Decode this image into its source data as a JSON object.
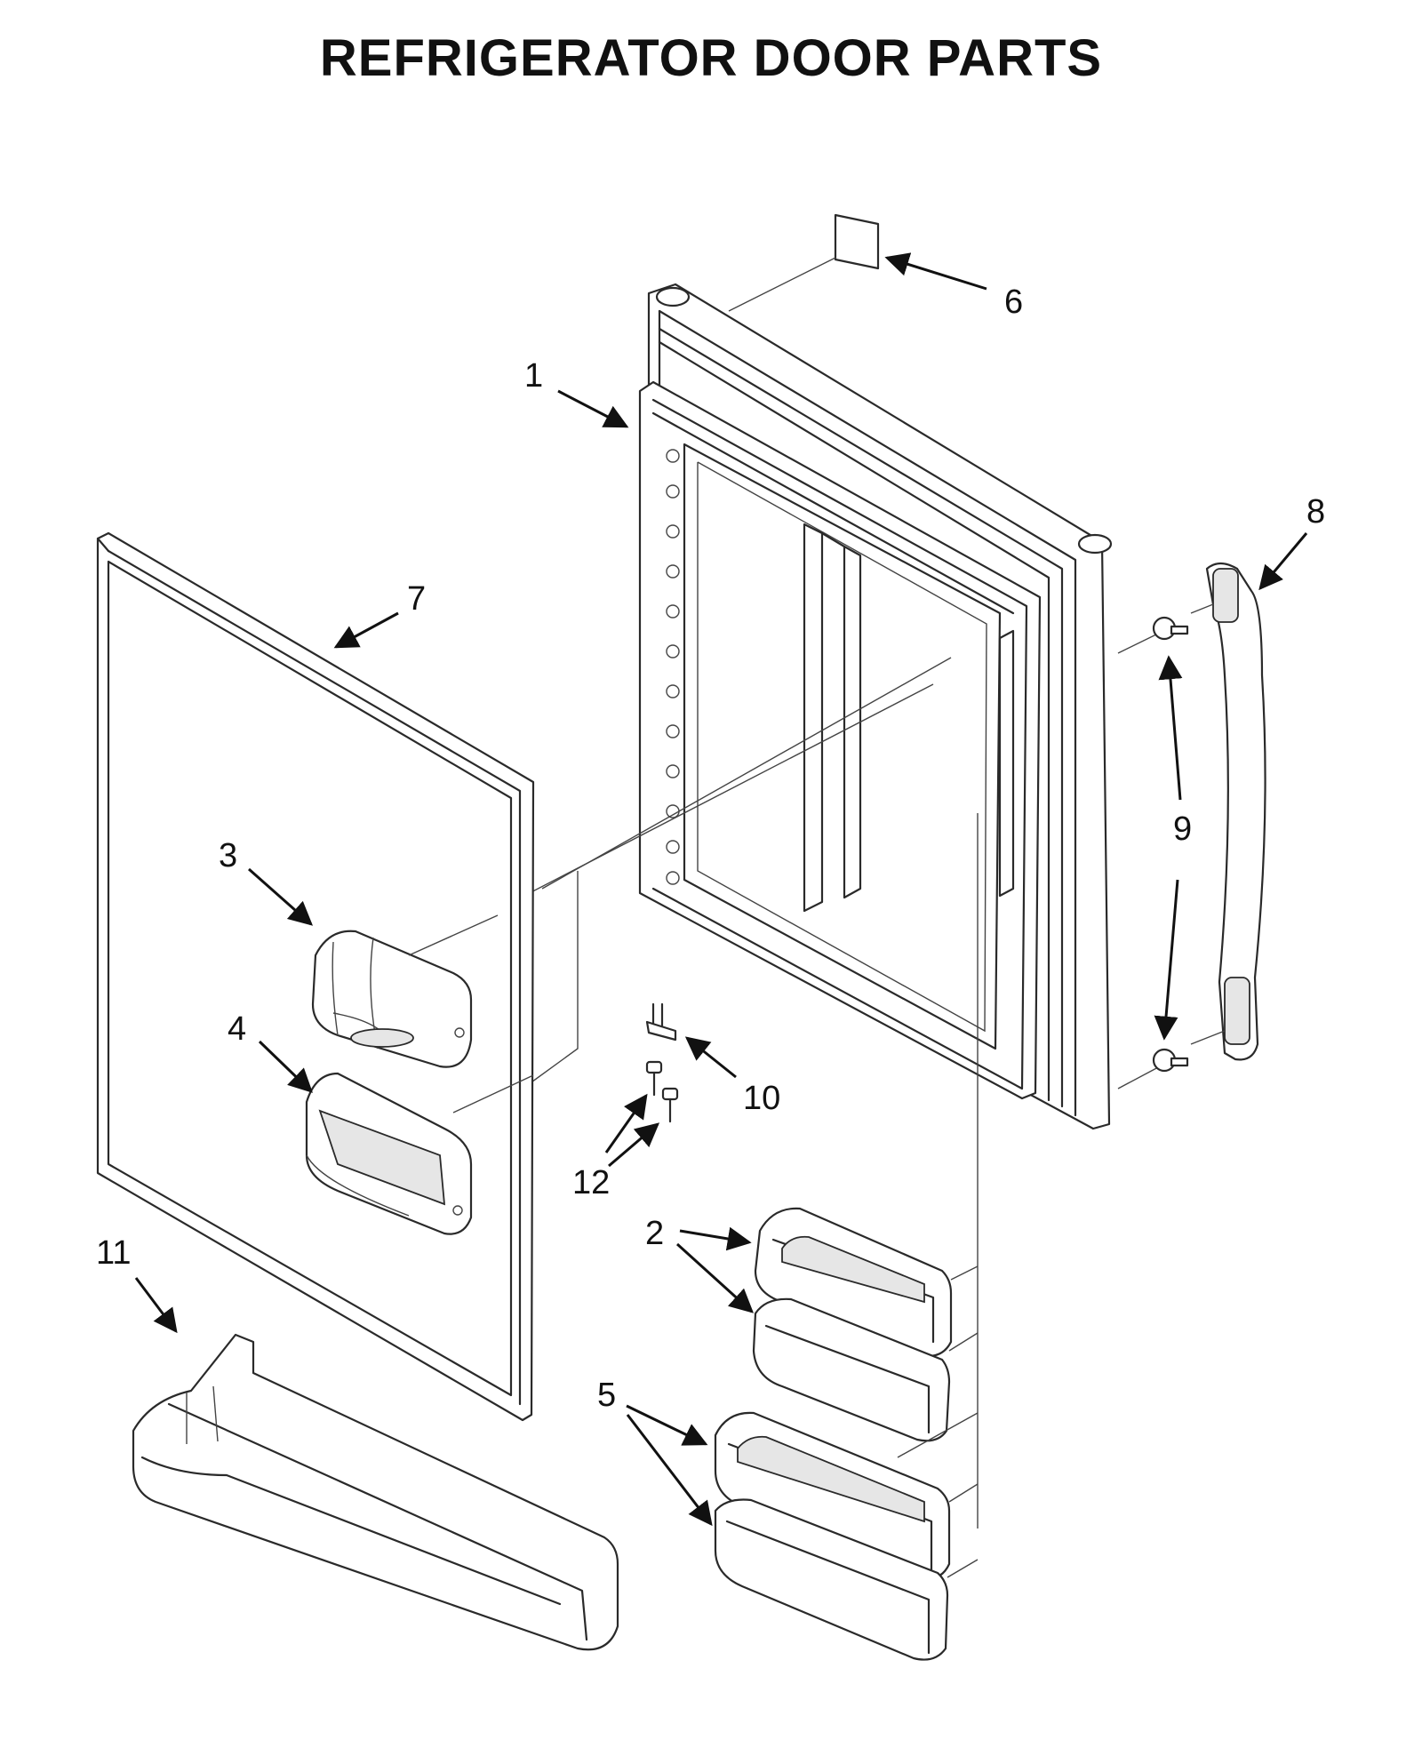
{
  "title": "REFRIGERATOR DOOR PARTS",
  "callouts": {
    "c1": "1",
    "c2": "2",
    "c3": "3",
    "c4": "4",
    "c5": "5",
    "c6": "6",
    "c7": "7",
    "c8": "8",
    "c9": "9",
    "c10": "10",
    "c11": "11",
    "c12": "12"
  }
}
